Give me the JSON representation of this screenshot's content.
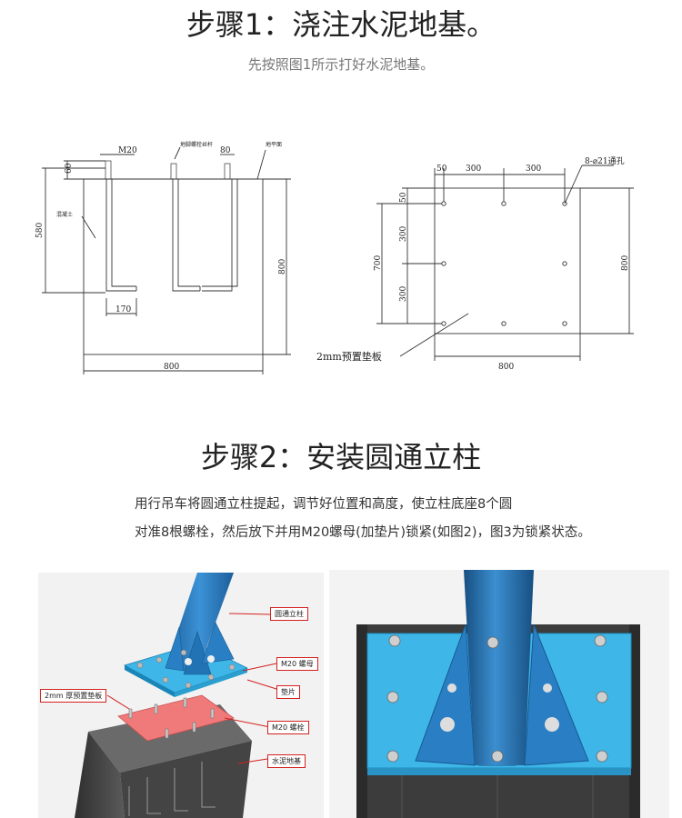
{
  "step1": {
    "title": "步骤1：浇注水泥地基。",
    "subtitle": "先按照图1所示打好水泥地基。"
  },
  "drawing_left": {
    "m20": "M20",
    "bolt_label": "地脚螺栓丝杆",
    "d80_top": "80",
    "ground_label": "地平面",
    "d60": "60",
    "d580": "580",
    "concrete_label": "混凝土",
    "d170": "170",
    "d800_right": "800",
    "d800_bottom": "800"
  },
  "drawing_right": {
    "d50_top": "50",
    "d300_a": "300",
    "d300_b": "300",
    "holes_label": "8-⌀21通孔",
    "d50_left": "50",
    "d300_left_a": "300",
    "d700": "700",
    "d300_left_b": "300",
    "d800_right": "800",
    "plate_label": "2mm预置垫板",
    "d800_bottom": "800"
  },
  "step2": {
    "title": "步骤2：安装圆通立柱",
    "line1": "用行吊车将圆通立柱提起，调节好位置和高度，使立柱底座8个圆",
    "line2": "对准8根螺栓，然后放下并用M20螺母(加垫片)锁紧(如图2)，图3为锁紧状态。"
  },
  "figure2_labels": {
    "pole": "圆通立柱",
    "nut": "M20 螺母",
    "washer": "垫片",
    "plate": "2mm 厚预置垫板",
    "bolt": "M20 螺栓",
    "base": "水泥地基"
  },
  "colors": {
    "pole_blue": "#2a7fc4",
    "plate_cyan": "#3fb6e8",
    "base_dark": "#3a3a3a",
    "pad_red": "#f07a7a",
    "callout_red": "#d42020"
  }
}
